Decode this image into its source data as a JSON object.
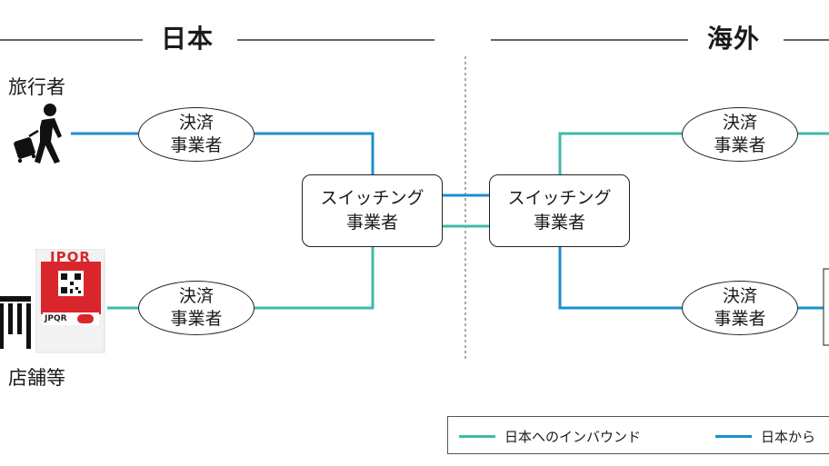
{
  "headers": {
    "japan": "日本",
    "overseas": "海外"
  },
  "nodes": {
    "traveler": "旅行者",
    "store": "店舗等",
    "payment_line1": "決済",
    "payment_line2": "事業者",
    "switching_line1": "スイッチング",
    "switching_line2": "事業者"
  },
  "qr_badge": {
    "brand": "JPQR",
    "footer": "JPQR"
  },
  "legend": {
    "inbound": "日本へのインバウンド",
    "outbound": "日本から"
  },
  "colors": {
    "inbound": "#3dbba9",
    "outbound": "#1b8fcf",
    "ink": "#222222"
  },
  "icons": {
    "traveler": "walking-traveler-icon",
    "store": "storefront-icon"
  }
}
